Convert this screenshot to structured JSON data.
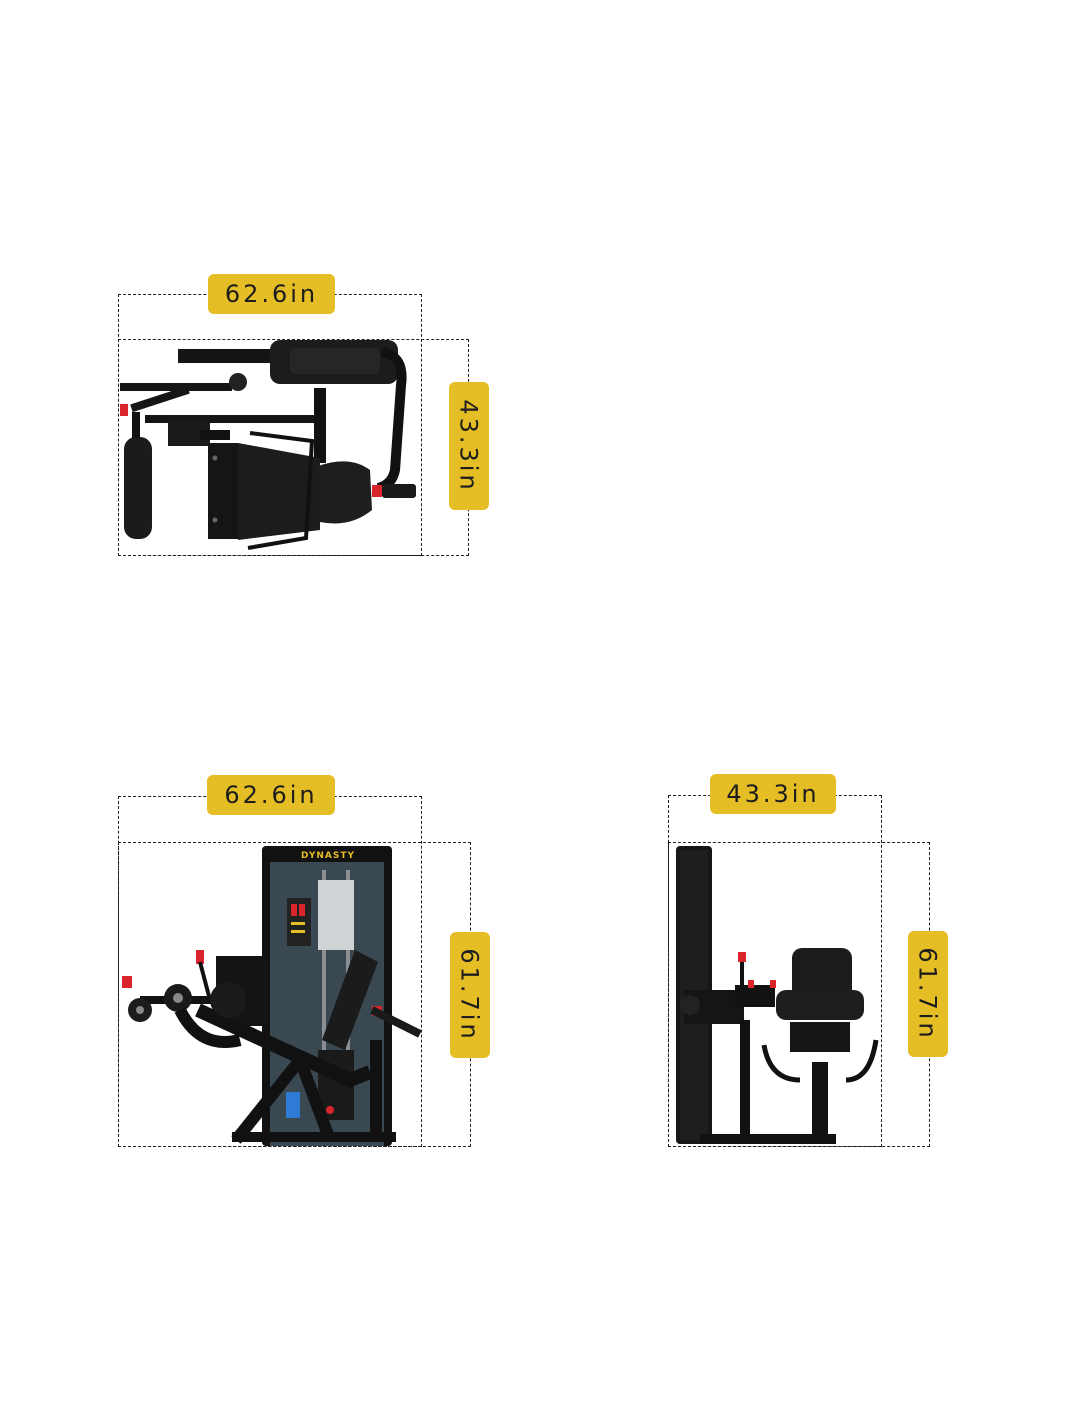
{
  "colors": {
    "accent": "#e5bd25",
    "frame": "#111111",
    "pad": "#1a1a1a",
    "shroud": "#3a4852",
    "highlight": "#d8262c",
    "blue": "#2e7bd6",
    "dash": "#1f1f1f"
  },
  "views": [
    {
      "name": "top-view",
      "width_label": "62.6in",
      "height_label": "43.3in"
    },
    {
      "name": "side-view",
      "width_label": "62.6in",
      "height_label": "61.7in",
      "brand": "DYNASTY"
    },
    {
      "name": "front-view",
      "width_label": "43.3in",
      "height_label": "61.7in"
    }
  ]
}
